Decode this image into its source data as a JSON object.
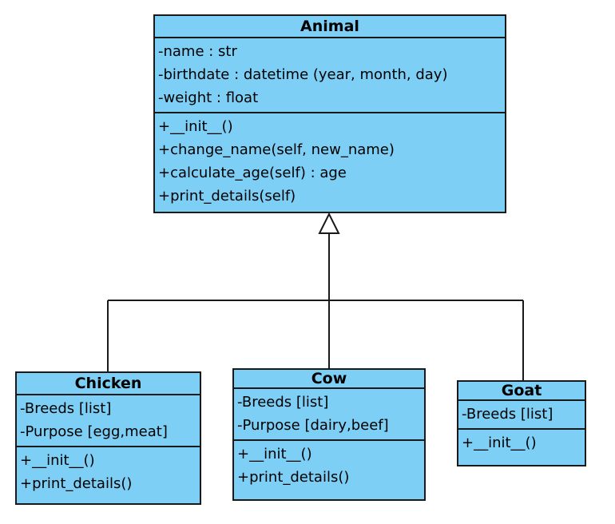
{
  "classes": {
    "animal": {
      "name": "Animal",
      "attributes": [
        "-name : str",
        "-birthdate : datetime (year, month, day)",
        "-weight : float"
      ],
      "methods": [
        "+__init__()",
        "+change_name(self, new_name)",
        "+calculate_age(self) : age",
        "+print_details(self)"
      ]
    },
    "chicken": {
      "name": "Chicken",
      "attributes": [
        "-Breeds [list]",
        "-Purpose [egg,meat]"
      ],
      "methods": [
        "+__init__()",
        "+print_details()"
      ]
    },
    "cow": {
      "name": "Cow",
      "attributes": [
        "-Breeds [list]",
        "-Purpose [dairy,beef]"
      ],
      "methods": [
        "+__init__()",
        "+print_details()"
      ]
    },
    "goat": {
      "name": "Goat",
      "attributes": [
        "-Breeds [list]"
      ],
      "methods": [
        "+__init__()"
      ]
    }
  },
  "relationships": [
    {
      "type": "generalization",
      "parent": "Animal",
      "children": [
        "Chicken",
        "Cow",
        "Goat"
      ]
    }
  ],
  "colors": {
    "class_fill": "#7dcff5",
    "border": "#1a1a1a"
  }
}
